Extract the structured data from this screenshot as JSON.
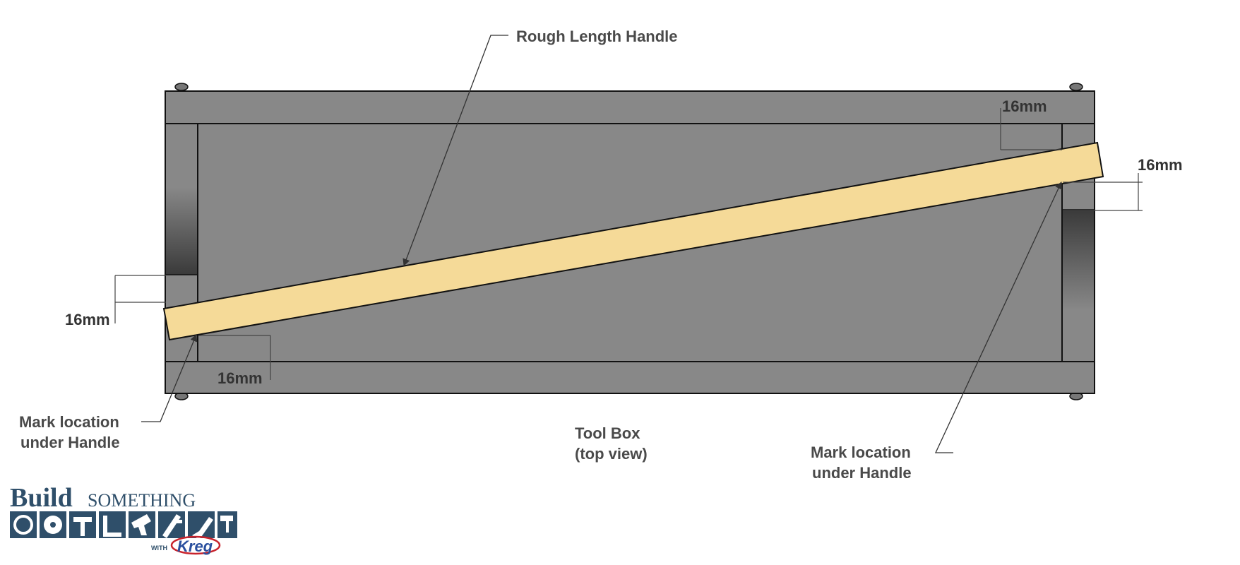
{
  "labels": {
    "rough_length_handle": "Rough Length Handle",
    "mark_left_line1": "Mark location",
    "mark_left_line2": "under Handle",
    "mark_right_line1": "Mark location",
    "mark_right_line2": "under Handle",
    "caption_line1": "Tool Box",
    "caption_line2": "(top view)"
  },
  "dimensions": {
    "top_inner": "16mm",
    "right_outer": "16mm",
    "left_outer": "16mm",
    "bottom_inner": "16mm"
  },
  "logo": {
    "build": "Build",
    "something": "SOMETHING",
    "with": "WITH",
    "kreg": "Kreg"
  },
  "colors": {
    "box_fill": "#888888",
    "handle_fill": "#f5da98",
    "outline": "#111111",
    "logo_blue": "#2f4f6a"
  }
}
